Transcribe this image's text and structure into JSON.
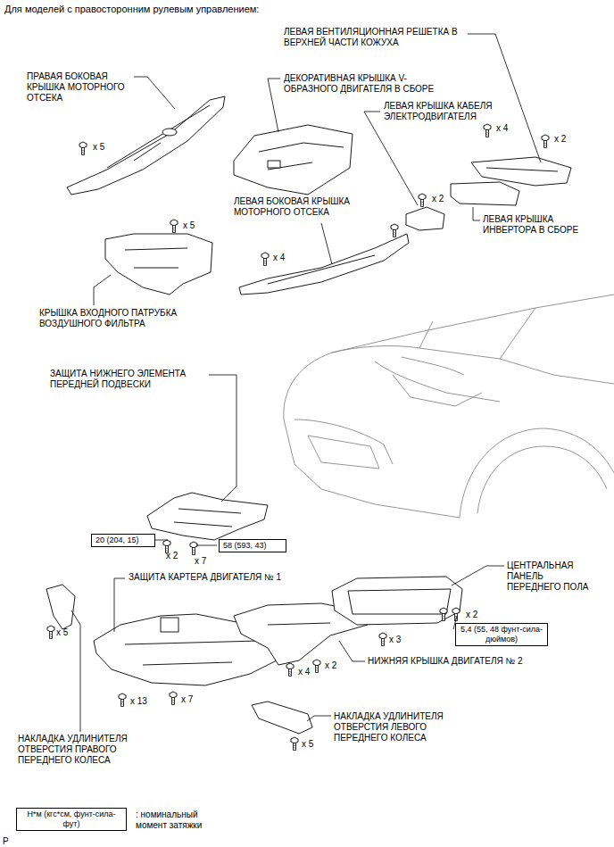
{
  "diagram": {
    "title": "Для моделей с правосторонним рулевым управлением:",
    "nodes": [
      {
        "text": [
          "20 (204, 15)"
        ]
      },
      {
        "text": [
          "58 (593, 43)"
        ]
      },
      {
        "text": [
          "5,4 (55, 48 фунт-сила-дюймов)"
        ]
      },
      {
        "text": [
          "Н*м (кгс*см, фунт-сила-фут)"
        ]
      }
    ],
    "labels": [
      "ЛЕВАЯ ВЕНТИЛЯЦИОННАЯ РЕШЕТКА В ВЕРХНЕЙ ЧАСТИ КОЖУХА",
      "ПРАВАЯ БОКОВАЯ КРЫШКА МОТОРНОГО ОТСЕКА",
      "ДЕКОРАТИВНАЯ КРЫШКА V-ОБРАЗНОГО ДВИГАТЕЛЯ В СБОРЕ",
      "ЛЕВАЯ КРЫШКА КАБЕЛЯ ЭЛЕКТРОДВИГАТЕЛЯ",
      "x 4",
      "x 2",
      "x 5",
      "ЛЕВАЯ БОКОВАЯ КРЫШКА МОТОРНОГО ОТСЕКА",
      "x 5",
      "x 2",
      "ЛЕВАЯ КРЫШКА ИНВЕРТОРА В СБОРЕ",
      "x 4",
      "КРЫШКА ВХОДНОГО ПАТРУБКА ВОЗДУШНОГО ФИЛЬТРА",
      "ЗАЩИТА НИЖНЕГО ЭЛЕМЕНТА ПЕРЕДНЕЙ ПОДВЕСКИ",
      "x 2",
      "x 7",
      "ЗАЩИТА КАРТЕРА ДВИГАТЕЛЯ № 1",
      "ЦЕНТРАЛЬНАЯ ПАНЕЛЬ ПЕРЕДНЕГО ПОЛА",
      "x 5",
      "x 2",
      "x 3",
      "x 4",
      "x 2",
      "НИЖНЯЯ КРЫШКА ДВИГАТЕЛЯ № 2",
      "x 13",
      "x 7",
      "НАКЛАДКА УДЛИНИТЕЛЯ ОТВЕРСТИЯ ЛЕВОГО ПЕРЕДНЕГО КОЛЕСА",
      "x 5",
      "НАКЛАДКА УДЛИНИТЕЛЯ ОТВЕРСТИЯ ПРАВОГО ПЕРЕДНЕГО КОЛЕСА",
      ": номинальный момент затяжки",
      "P"
    ]
  }
}
